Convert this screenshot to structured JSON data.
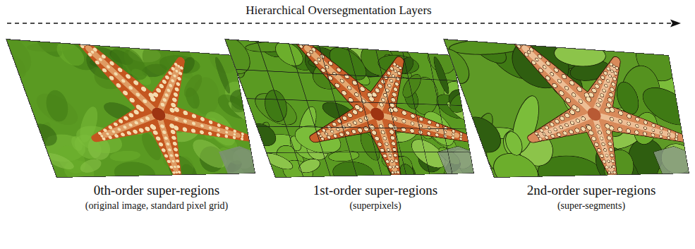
{
  "diagram": {
    "title": "Hierarchical Oversegmentation Layers",
    "nodes": [
      {
        "text": [
          "0th-order super-regions",
          "(original image, standard pixel grid)"
        ]
      },
      {
        "text": [
          "1st-order super-regions",
          "(superpixels)"
        ]
      },
      {
        "text": [
          "2nd-order super-regions",
          "(super-segments)"
        ]
      }
    ]
  }
}
